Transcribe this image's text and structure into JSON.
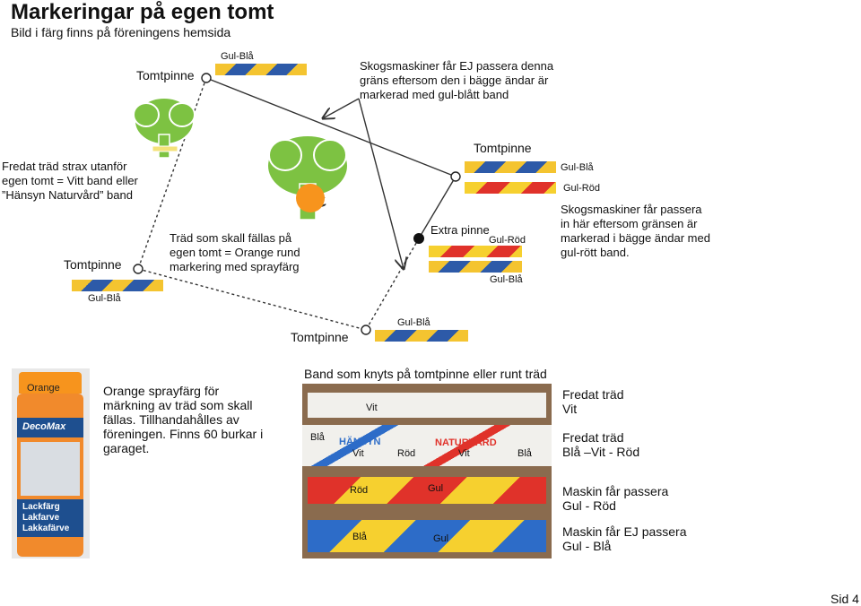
{
  "header": {
    "title": "Markeringar på egen tomt",
    "subtitle": "Bild i färg finns på föreningens hemsida"
  },
  "labels": {
    "tomtpinne_top_left": "Tomtpinne",
    "gulbla_top": "Gul-Blå",
    "skogsmaskiner_ej": [
      "Skogsmaskiner får EJ passera denna",
      "gräns eftersom den i bägge ändar är",
      "markerad med gul-blått band"
    ],
    "tomtpinne_top_right": "Tomtpinne",
    "gulbla_right": "Gul-Blå",
    "gulrod_right": "Gul-Röd",
    "fredat_trad": [
      "Fredat träd strax utanför",
      "egen tomt = Vitt band eller",
      "”Hänsyn Naturvård” band"
    ],
    "trad_fallas": [
      "Träd som skall fällas på",
      "egen tomt = Orange rund",
      "markering med sprayfärg"
    ],
    "extra_pinne": "Extra pinne",
    "gulrod_mid": "Gul-Röd",
    "gulbla_mid": "Gul-Blå",
    "skogsmaskiner_far": [
      "Skogsmaskiner får passera",
      "in här eftersom gränsen är",
      "markerad i bägge ändar med",
      "gul-rött band."
    ],
    "tomtpinne_left": "Tomtpinne",
    "gulbla_left": "Gul-Blå",
    "tomtpinne_bottom": "Tomtpinne",
    "gulbla_bottom": "Gul-Blå"
  },
  "lower": {
    "orange_label": "Orange",
    "spray_text": [
      "Orange sprayfärg för",
      "märkning av träd som skall",
      "fällas. Tillhandahålles av",
      "föreningen. Finns 60 burkar i",
      "garaget."
    ],
    "can_brand": "DecoMax",
    "can_lines": [
      "Lackfärg",
      "Lakfarve",
      "Lakkafärve"
    ],
    "band_heading": "Band som knyts på tomtpinne eller runt träd",
    "band_words": {
      "vit1": "Vit",
      "bla1": "Blå",
      "hansyn": "HÄNSYN",
      "naturvard": "NATURVÅRD",
      "vit2": "Vit",
      "rod1": "Röd",
      "vit3": "Vit",
      "bla2": "Blå",
      "rod2": "Röd",
      "gul1": "Gul",
      "bla3": "Blå",
      "gul2": "Gul"
    },
    "fredat_vit": [
      "Fredat träd",
      "Vit"
    ],
    "fredat_bvr": [
      "Fredat träd",
      "Blå –Vit - Röd"
    ],
    "maskin_far": [
      "Maskin får passera",
      "Gul - Röd"
    ],
    "maskin_ej": [
      "Maskin får EJ passera",
      "Gul - Blå"
    ]
  },
  "footer": {
    "page": "Sid 4"
  },
  "colors": {
    "tree_green": "#7dc242",
    "tree_trunk": "#ffffff",
    "orange": "#f7941d",
    "blue": "#2d5aa8",
    "yellow": "#f4c430",
    "red": "#e0322a"
  }
}
